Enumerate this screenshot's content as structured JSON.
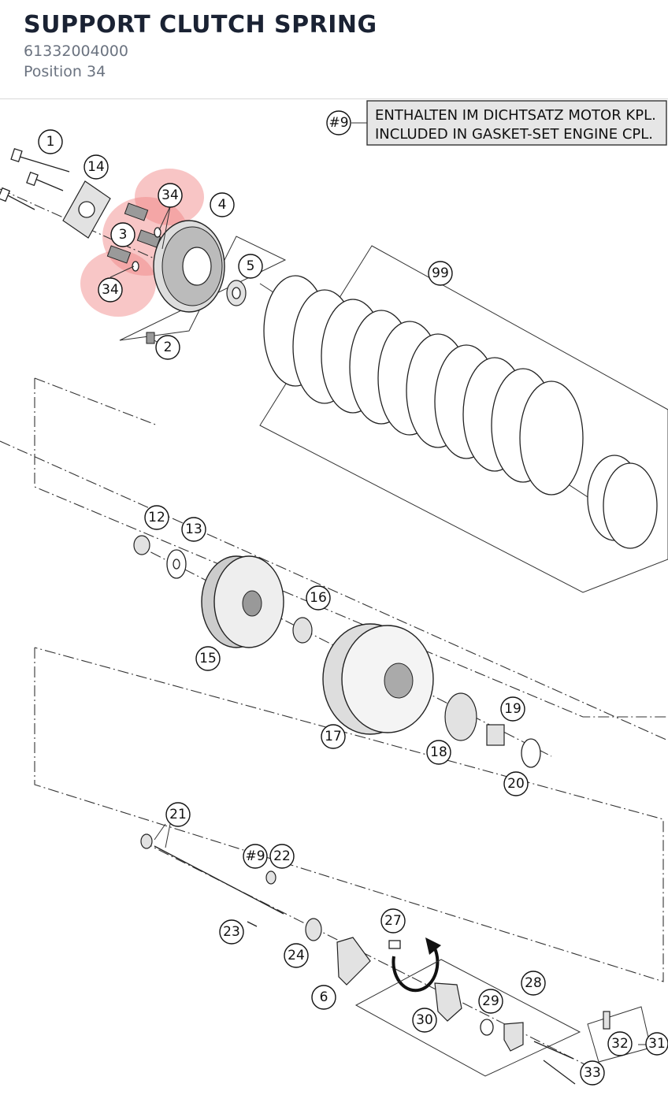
{
  "header": {
    "title": "SUPPORT CLUTCH SPRING",
    "part_number": "61332004000",
    "position": "Position 34"
  },
  "note": {
    "ref": "#9",
    "line1": "ENTHALTEN IM DICHTSATZ MOTOR KPL.",
    "line2": "INCLUDED IN GASKET-SET ENGINE CPL."
  },
  "highlight_color": "#f08080",
  "callouts": [
    {
      "label": "1"
    },
    {
      "label": "14"
    },
    {
      "label": "34"
    },
    {
      "label": "4"
    },
    {
      "label": "3"
    },
    {
      "label": "5"
    },
    {
      "label": "34"
    },
    {
      "label": "2"
    },
    {
      "label": "99"
    },
    {
      "label": "12"
    },
    {
      "label": "13"
    },
    {
      "label": "16"
    },
    {
      "label": "15"
    },
    {
      "label": "17"
    },
    {
      "label": "19"
    },
    {
      "label": "18"
    },
    {
      "label": "20"
    },
    {
      "label": "21"
    },
    {
      "label": "#9"
    },
    {
      "label": "22"
    },
    {
      "label": "23"
    },
    {
      "label": "24"
    },
    {
      "label": "27"
    },
    {
      "label": "28"
    },
    {
      "label": "6"
    },
    {
      "label": "29"
    },
    {
      "label": "30"
    },
    {
      "label": "32"
    },
    {
      "label": "31"
    },
    {
      "label": "33"
    }
  ]
}
